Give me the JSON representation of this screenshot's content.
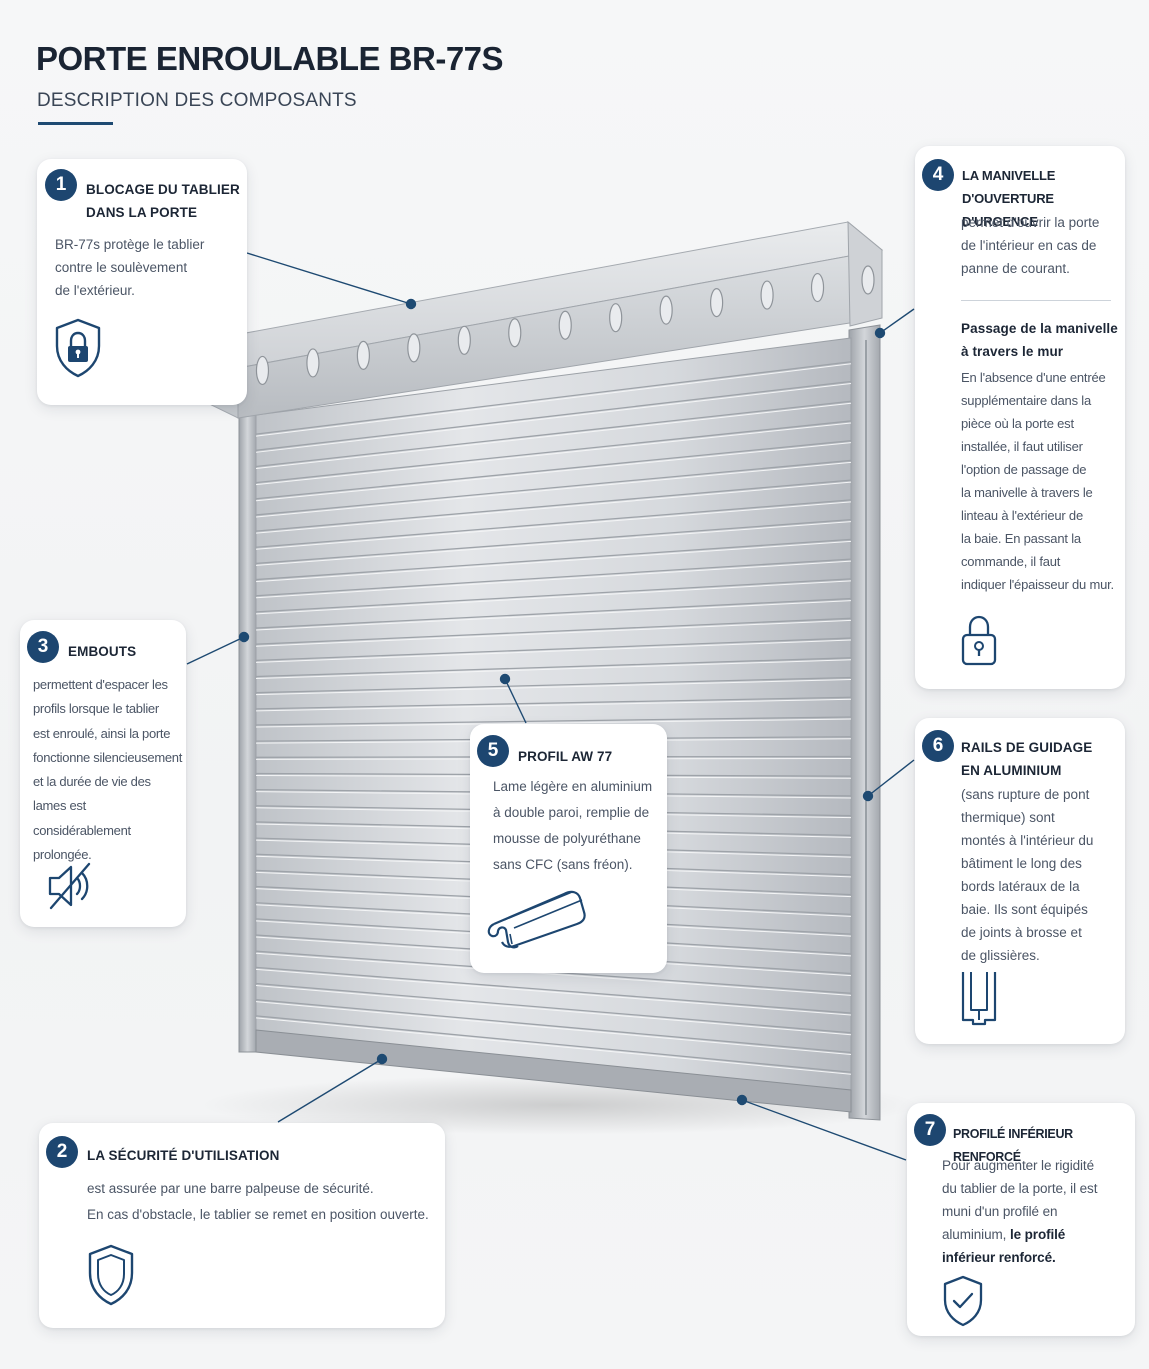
{
  "header": {
    "title": "PORTE ENROULABLE BR-77S",
    "subtitle": "DESCRIPTION DES COMPOSANTS"
  },
  "colors": {
    "accent": "#1d4670",
    "leader_line": "#1e4a72",
    "card_bg": "#ffffff",
    "door_metal": "#c9ccd0"
  },
  "components": [
    {
      "number": "1",
      "title_lines": [
        "BLOCAGE DU TABLIER",
        "DANS LA PORTE"
      ],
      "body_lines": [
        "BR-77s protège le tablier",
        "contre le soulèvement",
        "de l'extérieur."
      ],
      "icon": "padlock-shield-icon"
    },
    {
      "number": "2",
      "title_lines": [
        "LA SÉCURITÉ D'UTILISATION"
      ],
      "body_lines": [
        "est assurée par une barre palpeuse de sécurité.",
        "En cas d'obstacle, le tablier se remet en position ouverte."
      ],
      "icon": "shield-icon"
    },
    {
      "number": "3",
      "title_lines": [
        "EMBOUTS"
      ],
      "body_lines": [
        "permettent d'espacer les",
        "profils lorsque le tablier",
        "est enroulé, ainsi la porte",
        "fonctionne silencieusement",
        "et la durée de vie des",
        "lames est considérablement",
        "prolongée."
      ],
      "icon": "muted-speaker-icon"
    },
    {
      "number": "4",
      "title_lines": [
        "LA MANIVELLE",
        "D'OUVERTURE D'URGENCE"
      ],
      "body_lines": [
        "permet d'ouvrir la porte",
        "de l'intérieur en cas de",
        "panne de courant."
      ],
      "sub_title_lines": [
        "Passage de la manivelle",
        "à travers le mur"
      ],
      "sub_body_lines": [
        "En l'absence d'une entrée",
        "supplémentaire dans la",
        "pièce où la porte est",
        "installée, il faut utiliser",
        "l'option de passage de",
        "la manivelle à travers le",
        "linteau à l'extérieur de",
        "la baie. En passant la",
        "commande, il faut",
        "indiquer l'épaisseur du mur."
      ],
      "icon": "padlock-icon"
    },
    {
      "number": "5",
      "title_lines": [
        "PROFIL AW 77"
      ],
      "body_lines": [
        "Lame légère en aluminium",
        "à double paroi, remplie de",
        "mousse de polyuréthane",
        "sans CFC (sans fréon)."
      ],
      "icon": "profile-slat-icon"
    },
    {
      "number": "6",
      "title_lines": [
        "RAILS DE GUIDAGE",
        "EN ALUMINIUM"
      ],
      "body_lines": [
        "(sans rupture de pont",
        "thermique) sont",
        "montés à l'intérieur du",
        "bâtiment le long des",
        "bords latéraux de la",
        "baie. Ils sont équipés",
        "de joints à brosse et",
        "de glissières."
      ],
      "icon": "guide-rail-icon"
    },
    {
      "number": "7",
      "title_lines": [
        "PROFILÉ INFÉRIEUR RENFORCÉ"
      ],
      "body_lines": [
        "Pour augmenter le rigidité",
        "du tablier de la porte, il est",
        "muni d'un profilé en"
      ],
      "body_tail_plain": "aluminium, ",
      "body_tail_bold": "le profilé",
      "body_bold_line": "inférieur renforcé.",
      "icon": "shield-check-icon"
    }
  ]
}
